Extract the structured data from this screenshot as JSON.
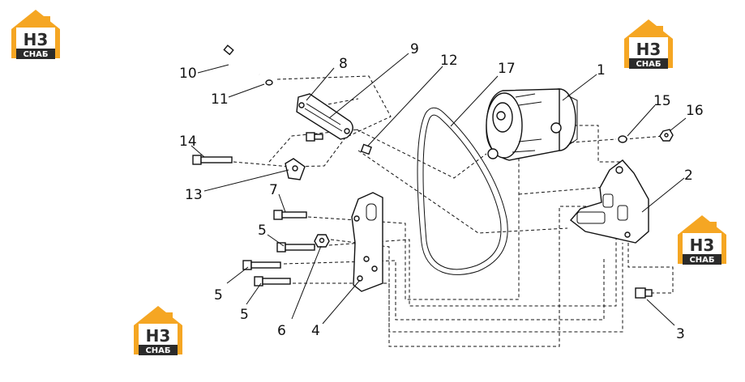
{
  "logo": {
    "top": "H3",
    "bottom": "CHAБ"
  },
  "callouts": [
    {
      "id": "c10",
      "text": "10"
    },
    {
      "id": "c8",
      "text": "8"
    },
    {
      "id": "c9",
      "text": "9"
    },
    {
      "id": "c12",
      "text": "12"
    },
    {
      "id": "c17",
      "text": "17"
    },
    {
      "id": "c1",
      "text": "1"
    },
    {
      "id": "c11",
      "text": "11"
    },
    {
      "id": "c15",
      "text": "15"
    },
    {
      "id": "c16",
      "text": "16"
    },
    {
      "id": "c14",
      "text": "14"
    },
    {
      "id": "c13",
      "text": "13"
    },
    {
      "id": "c2",
      "text": "2"
    },
    {
      "id": "c7",
      "text": "7"
    },
    {
      "id": "c5a",
      "text": "5"
    },
    {
      "id": "c5b",
      "text": "5"
    },
    {
      "id": "c5c",
      "text": "5"
    },
    {
      "id": "c6",
      "text": "6"
    },
    {
      "id": "c4",
      "text": "4"
    },
    {
      "id": "c3",
      "text": "3"
    }
  ],
  "colors": {
    "logo_orange": "#f5a623",
    "logo_dark": "#2b2b2b",
    "line": "#111111"
  }
}
